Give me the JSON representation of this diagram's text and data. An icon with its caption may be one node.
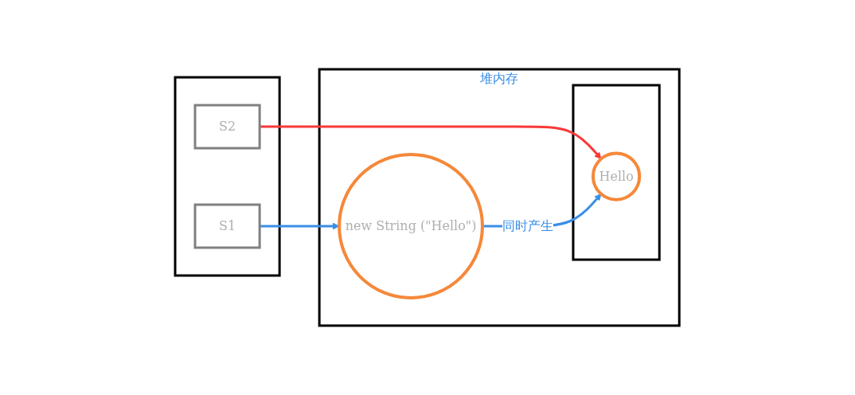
{
  "diagram": {
    "nodes": [
      {
        "text": [],
        "shape": "box"
      },
      {
        "text": [
          "S2"
        ],
        "in": 0
      },
      {
        "text": [
          "S1"
        ],
        "in": 0
      },
      {
        "text": [
          "堆内存"
        ]
      },
      {
        "text": [
          "new String (\"Hello\")"
        ],
        "in": 3
      },
      {
        "text": [],
        "shape": "box",
        "in": 3
      },
      {
        "text": [
          "Hello"
        ],
        "in": 5
      }
    ],
    "edges": [
      {
        "from": 1,
        "to": 6,
        "arrow": "to",
        "color": "#f83838"
      },
      {
        "from": 2,
        "to": 4,
        "arrow": "to",
        "color": "#3a8ee6"
      },
      {
        "from": 4,
        "to": 6,
        "arrow": "to",
        "label": "同时产生",
        "color": "#3a8ee6"
      }
    ]
  }
}
